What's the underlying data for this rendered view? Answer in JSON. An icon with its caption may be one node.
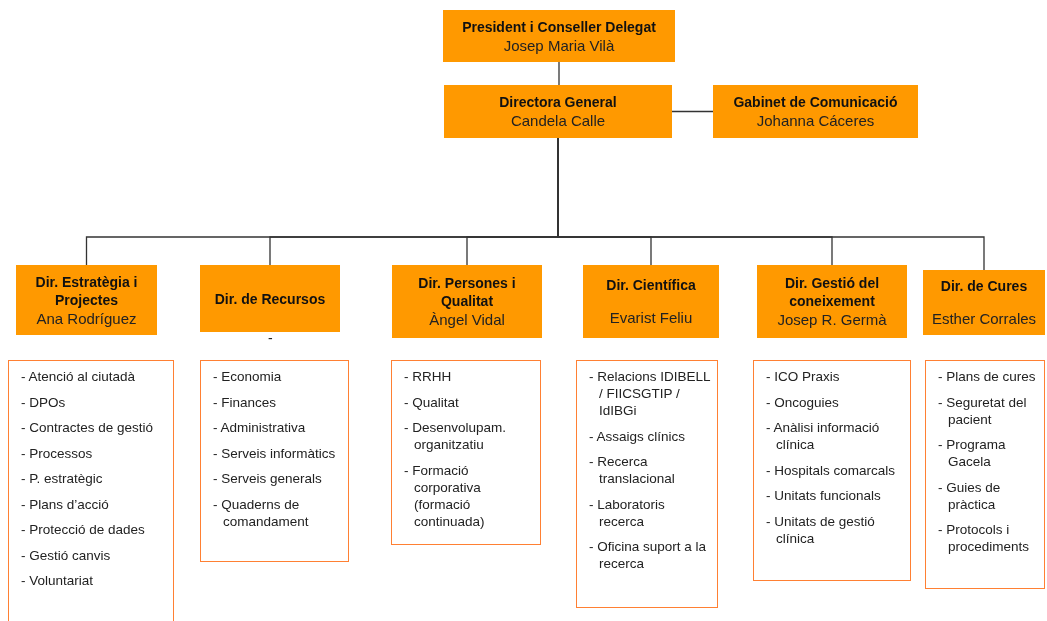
{
  "diagram": {
    "nodes": [
      {
        "text": [
          "President i Conseller Delegat",
          "Josep Maria Vilà"
        ]
      },
      {
        "text": [
          "Directora General",
          "Candela Calle"
        ]
      },
      {
        "text": [
          "Gabinet de Comunicació",
          "Johanna Cáceres"
        ]
      },
      {
        "text": [
          "Dir. Estratègia i Projectes",
          "Ana Rodríguez"
        ]
      },
      {
        "text": [
          "Dir. de Recursos"
        ]
      },
      {
        "text": [
          "Dir. Persones i Qualitat",
          "Àngel Vidal"
        ]
      },
      {
        "text": [
          "Dir. Científica",
          "Evarist Feliu"
        ]
      },
      {
        "text": [
          "Dir. Gestió del coneixement",
          "Josep R. Germà"
        ]
      },
      {
        "text": [
          "Dir. de Cures",
          "Esther Corrales"
        ]
      },
      {
        "text": [
          "- Atenció al ciutadà",
          "- DPOs",
          "- Contractes de gestió",
          "- Processos",
          "- P. estratègic",
          "- Plans d’acció",
          "- Protecció de dades",
          "- Gestió canvis",
          "- Voluntariat"
        ]
      },
      {
        "text": [
          "- Economia",
          "- Finances",
          "- Administrativa",
          "- Serveis informàtics",
          "- Serveis generals",
          "- Quaderns de comandament"
        ]
      },
      {
        "text": [
          "- RRHH",
          "- Qualitat",
          "- Desenvolupam. organitzatiu",
          "- Formació corporativa (formació continuada)"
        ]
      },
      {
        "text": [
          "- Relacions IDIBELL / FIICSGTIP / IdIBGi",
          "- Assaigs clínics",
          "- Recerca translacional",
          "- Laboratoris recerca",
          "- Oficina suport a la recerca"
        ]
      },
      {
        "text": [
          "- ICO Praxis",
          "- Oncoguies",
          "- Anàlisi informació clínica",
          "- Hospitals comarcals",
          "- Unitats funcionals",
          "- Unitats de gestió clínica"
        ]
      },
      {
        "text": [
          "- Plans de cures",
          "- Seguretat del pacient",
          "- Programa Gacela",
          "- Guies de pràctica",
          "- Protocols i procediments"
        ]
      }
    ],
    "edges": [
      {
        "from": 0,
        "to": 1,
        "arrow": "none"
      },
      {
        "from": 1,
        "to": 2,
        "arrow": "none"
      },
      {
        "from": 1,
        "to": 3,
        "arrow": "none"
      },
      {
        "from": 1,
        "to": 4,
        "arrow": "none"
      },
      {
        "from": 1,
        "to": 5,
        "arrow": "none"
      },
      {
        "from": 1,
        "to": 6,
        "arrow": "none"
      },
      {
        "from": 1,
        "to": 7,
        "arrow": "none"
      },
      {
        "from": 1,
        "to": 8,
        "arrow": "none"
      }
    ],
    "labels": [
      "-"
    ]
  }
}
